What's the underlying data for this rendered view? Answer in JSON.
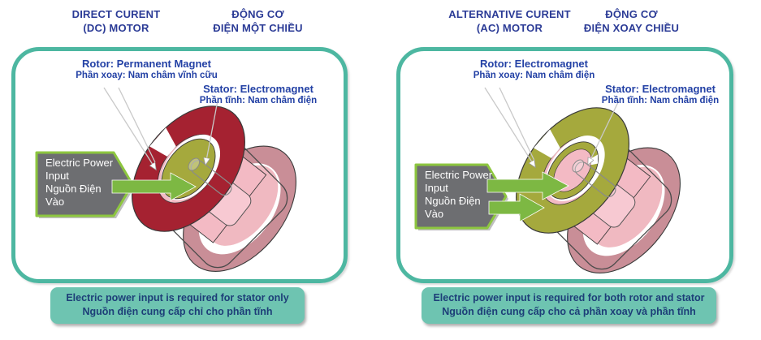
{
  "colors": {
    "panel_border": "#4DB7A1",
    "caption_bg": "#6EC4B1",
    "caption_text": "#1D3E78",
    "header_text": "#2B3B96",
    "label_text": "#2341A5",
    "box_bg": "#6D6E71",
    "box_border": "#8DC63F",
    "box_text": "#FFFFFF",
    "arrow_green": "#7DB843",
    "permanent_magnet_red": "#A52231",
    "electromagnet_olive": "#A5A93D",
    "pink_body": "#F3BAC4",
    "pink_slab": "#F7C9D2",
    "back_ring_outer": "#C98E97",
    "back_ring_inner": "#F0B9C1",
    "outline_dark": "#3A3A3A"
  },
  "dc": {
    "header_en_line1": "DIRECT CURENT",
    "header_en_line2": "(DC) MOTOR",
    "header_vi_line1": "ĐỘNG CƠ",
    "header_vi_line2": "ĐIỆN MỘT CHIỀU",
    "rotor_label_en": "Rotor: Permanent Magnet",
    "rotor_label_vi": "Phần xoay: Nam châm vĩnh cữu",
    "stator_label_en": "Stator: Electromagnet",
    "stator_label_vi": "Phần tĩnh: Nam châm điện",
    "power_input_line1": "Electric Power",
    "power_input_line2": "Input",
    "power_input_line3": "Nguồn Điện",
    "power_input_line4": "Vào",
    "caption_line1": "Electric power input is required for stator only",
    "caption_line2": "Nguồn điện cung cấp chỉ cho phần tĩnh"
  },
  "ac": {
    "header_en_line1": "ALTERNATIVE CURENT",
    "header_en_line2": "(AC) MOTOR",
    "header_vi_line1": "ĐỘNG CƠ",
    "header_vi_line2": "ĐIỆN XOAY CHIỀU",
    "rotor_label_en": "Rotor: Electromagnet",
    "rotor_label_vi": "Phần xoay: Nam châm điện",
    "stator_label_en": "Stator: Electromagnet",
    "stator_label_vi": "Phần tĩnh: Nam châm điện",
    "power_input_line1": "Electric Power",
    "power_input_line2": "Input",
    "power_input_line3": "Nguồn Điện",
    "power_input_line4": "Vào",
    "caption_line1": "Electric power input is required for both rotor and stator",
    "caption_line2": "Nguồn điện cung cấp cho cả phần xoay và phần tĩnh"
  }
}
